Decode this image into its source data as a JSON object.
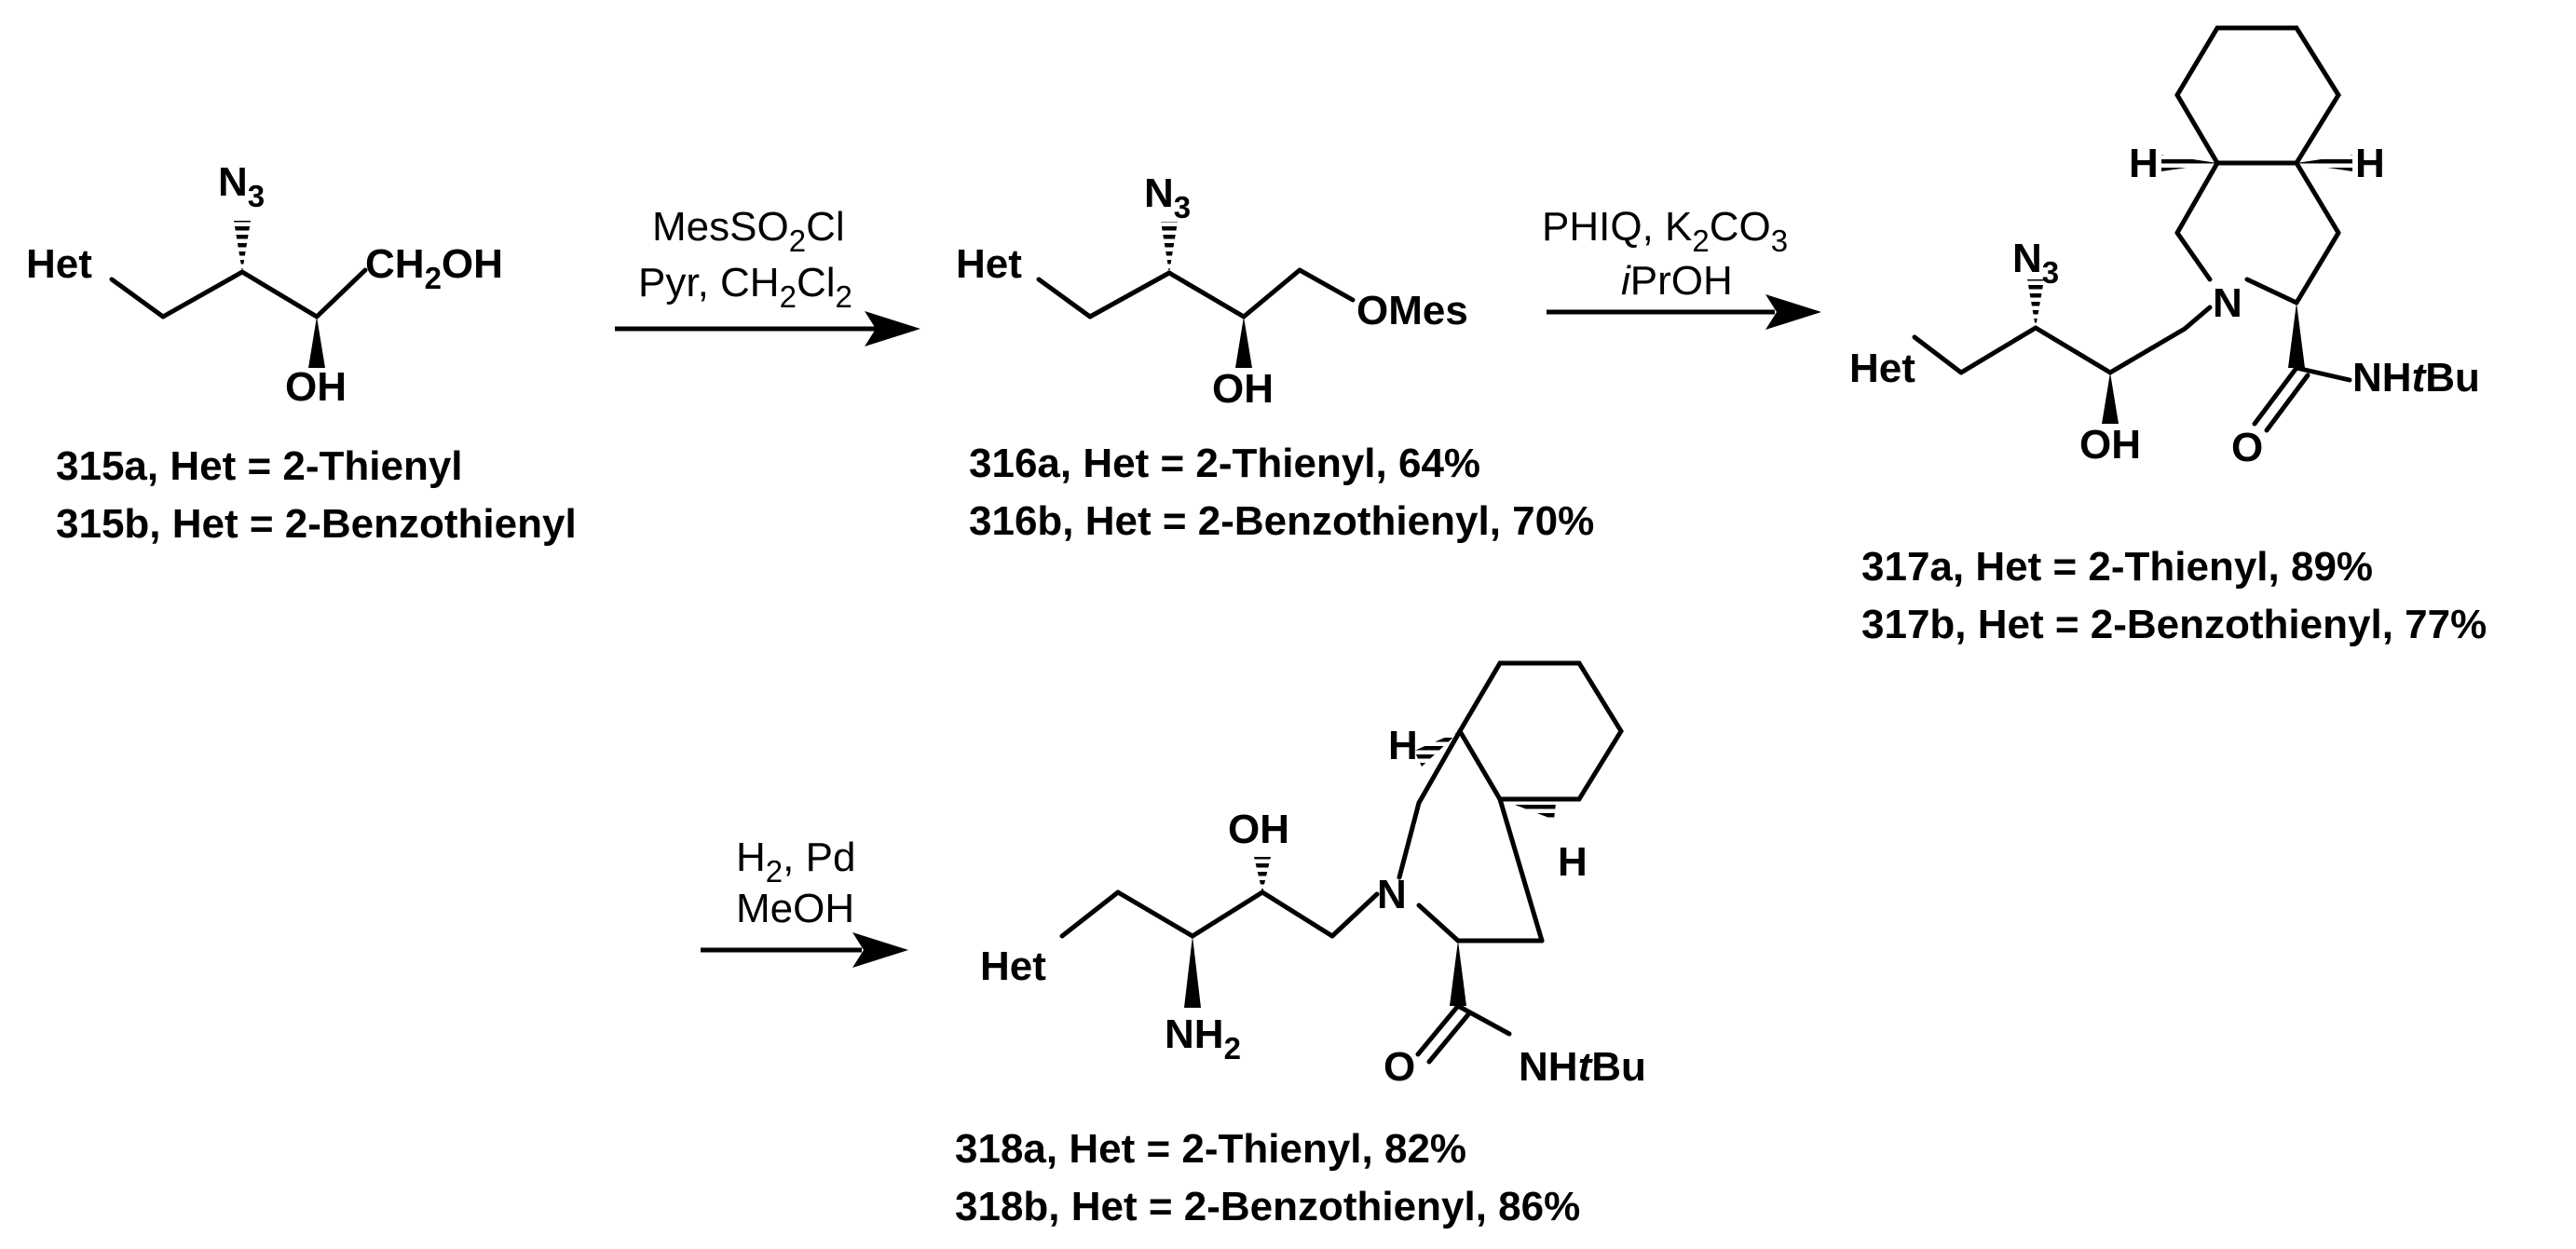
{
  "labels": {
    "het": "Het",
    "n": "N",
    "n3_n": "N",
    "n3_sub": "3",
    "ch2oh_pre": "CH",
    "ch2oh_sub": "2",
    "ch2oh_post": "OH",
    "oh": "OH",
    "omes": "OMes",
    "h": "H",
    "o": "O",
    "nhtbu_pre": "NH",
    "nhtbu_t": "t",
    "nhtbu_post": "Bu",
    "nh2_pre": "NH",
    "nh2_sub": "2"
  },
  "reagents": {
    "step1": {
      "line1_pre": "MesSO",
      "line1_sub": "2",
      "line1_post": "Cl",
      "line2_pre": "Pyr, CH",
      "line2_sub1": "2",
      "line2_mid": "Cl",
      "line2_sub2": "2"
    },
    "step2": {
      "line1_pre": "PHIQ, K",
      "line1_sub1": "2",
      "line1_mid": "CO",
      "line1_sub2": "3",
      "line2_i": "i",
      "line2_post": "PrOH"
    },
    "step3": {
      "line1_pre": "H",
      "line1_sub": "2",
      "line1_post": ", Pd",
      "line2": "MeOH"
    }
  },
  "compounds": {
    "c315": [
      "315a, Het = 2-Thienyl",
      "315b, Het = 2-Benzothienyl"
    ],
    "c316": [
      "316a, Het = 2-Thienyl, 64%",
      "316b, Het = 2-Benzothienyl, 70%"
    ],
    "c317": [
      "317a, Het = 2-Thienyl, 89%",
      "317b, Het = 2-Benzothienyl, 77%"
    ],
    "c318": [
      "318a, Het = 2-Thienyl, 82%",
      "318b, Het = 2-Benzothienyl, 86%"
    ]
  }
}
